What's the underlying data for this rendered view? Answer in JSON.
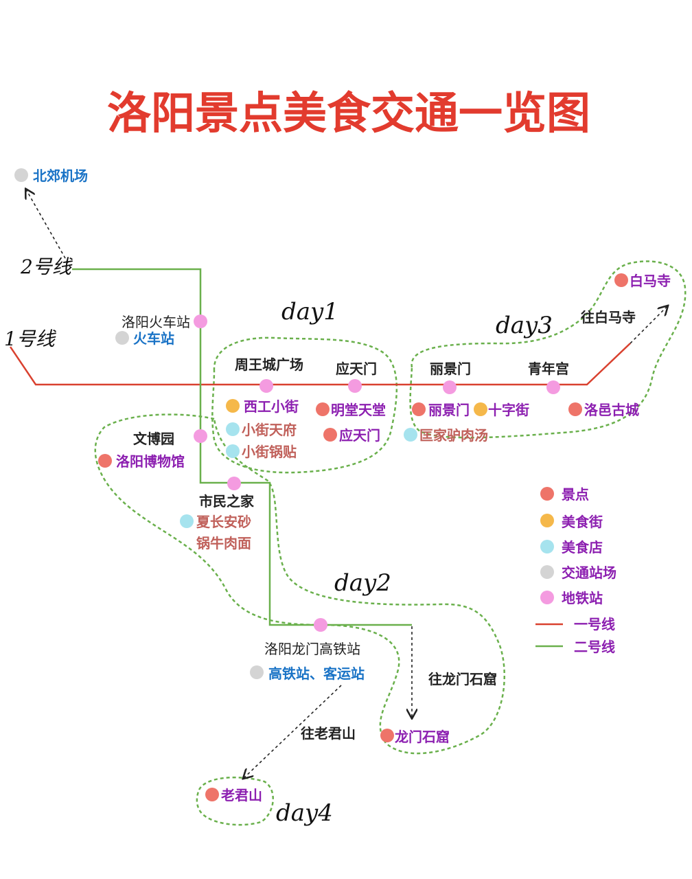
{
  "title": "洛阳景点美食交通一览图",
  "colors": {
    "title": "#e23b2e",
    "line1": "#d9412f",
    "line2": "#6ab04c",
    "scenic": "#ee7469",
    "food_street": "#f5b84a",
    "food_shop": "#a6e3ee",
    "transport": "#d4d4d4",
    "metro": "#f49be0",
    "day_loop": "#6ab04c",
    "text_dark": "#222222",
    "text_purple": "#8c1fb0",
    "text_blue": "#1a73c6",
    "text_rose": "#c0605a"
  },
  "lines": {
    "line1_label": "1号线",
    "line2_label": "2号线"
  },
  "days": {
    "day1": "day1",
    "day2": "day2",
    "day3": "day3",
    "day4": "day4"
  },
  "stations": {
    "luoyang_railway": "洛阳火车站",
    "zhouwangcheng": "周王城广场",
    "yingtianmen": "应天门",
    "lijingmen": "丽景门",
    "qingniangong": "青年宫",
    "wenboyuan": "文博园",
    "shiminzhijia": "市民之家",
    "longmen_hsr": "洛阳龙门高铁站"
  },
  "places": {
    "airport": "北郊机场",
    "train_station": "火车站",
    "xigong_street": "西工小街",
    "xiaojie_tianfu": "小街天府",
    "xiaojie_guotie": "小街锅贴",
    "mingtang": "明堂天堂",
    "yingtianmen_spot": "应天门",
    "lijingmen_spot": "丽景门",
    "shizijie": "十字街",
    "kuangjia": "匡家驴肉汤",
    "luoyi": "洛邑古城",
    "baimasi": "白马寺",
    "museum": "洛阳博物馆",
    "xiachangan_1": "夏长安砂",
    "xiachangan_2": "锅牛肉面",
    "hsr_bus": "高铁站、客运站",
    "longmen_grottoes": "龙门石窟",
    "laojunshan": "老君山"
  },
  "directions": {
    "to_baimasi": "往白马寺",
    "to_longmen": "往龙门石窟",
    "to_laojunshan": "往老君山"
  },
  "legend": {
    "scenic": "景点",
    "food_street": "美食街",
    "food_shop": "美食店",
    "transport": "交通站场",
    "metro": "地铁站",
    "line1": "一号线",
    "line2": "二号线"
  }
}
